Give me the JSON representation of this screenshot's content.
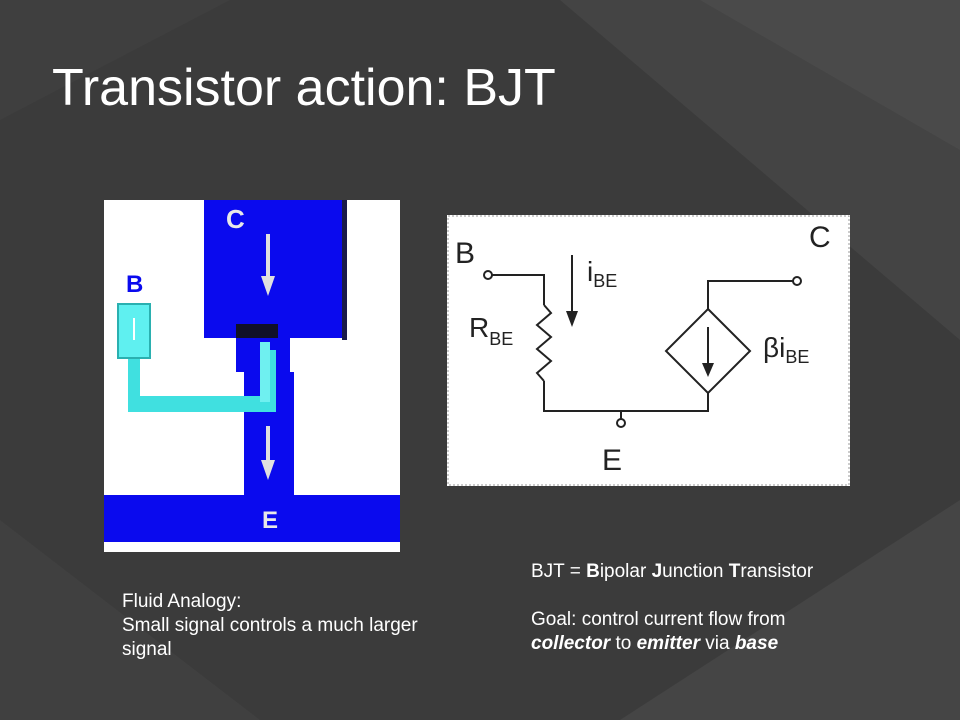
{
  "slide": {
    "title": "Transistor action: BJT"
  },
  "fluid_diagram": {
    "label_collector": "C",
    "label_base": "B",
    "label_emitter": "E"
  },
  "circuit_diagram": {
    "label_base": "B",
    "label_collector": "C",
    "label_emitter": "E",
    "current_symbol": "i",
    "current_subscript": "BE",
    "resistor_symbol": "R",
    "resistor_subscript": "BE",
    "gain_symbol": "βi",
    "gain_subscript": "BE"
  },
  "caption_left": {
    "line1": "Fluid Analogy:",
    "line2": "Small signal controls a much larger signal"
  },
  "caption_right": {
    "acronym": {
      "prefix": "BJT = ",
      "b_letter": "B",
      "b_rest": "ipolar ",
      "j_letter": "J",
      "j_rest": "unction ",
      "t_letter": "T",
      "t_rest": "ransistor"
    },
    "goal": {
      "prefix": "Goal: control current flow from",
      "collector": "collector",
      "to": " to ",
      "emitter": "emitter",
      "via": " via ",
      "base": "base"
    }
  },
  "colors": {
    "background": "#3b3b3b",
    "fluid_blue": "#0a0aee",
    "fluid_cyan": "#40e0e0",
    "text": "#ffffff"
  }
}
